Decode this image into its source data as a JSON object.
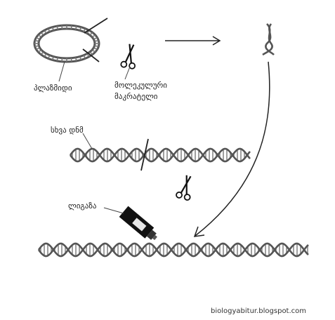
{
  "labels": {
    "plasmid": "პლაზმიდი",
    "scissors_line1": "მოლეკულური",
    "scissors_line2": "მაკრატელი",
    "foreign_dna": "სხვა დნმ",
    "ligase": "ლიგაზა"
  },
  "watermark": "biologyabitur.blogspot.com",
  "colors": {
    "strand": "#555555",
    "rung": "#777777",
    "line": "#222222",
    "ligase_tube": "#111111"
  },
  "icons": [
    "scissors-icon",
    "ligase-tube-icon",
    "arrow-icon",
    "cut-mark-icon"
  ]
}
